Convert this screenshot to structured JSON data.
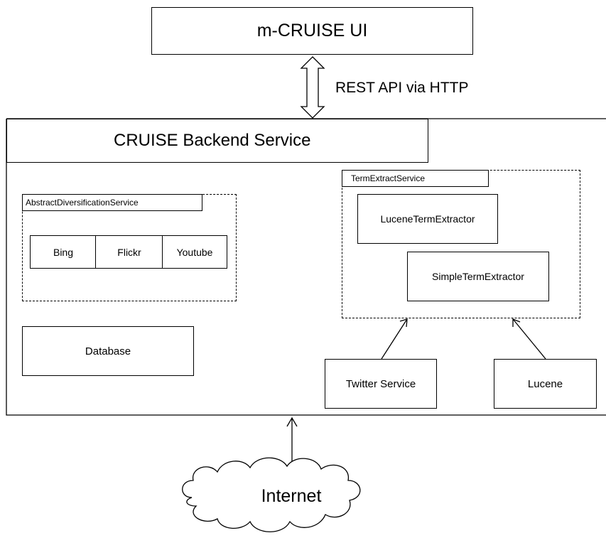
{
  "ui_box": {
    "label": "m-CRUISE UI"
  },
  "connection": {
    "label": "REST API via HTTP"
  },
  "backend": {
    "title": "CRUISE Backend Service",
    "diversification": {
      "title": "AbstractDiversificationService",
      "providers": [
        "Bing",
        "Flickr",
        "Youtube"
      ]
    },
    "database": {
      "label": "Database"
    },
    "term_extract": {
      "title": "TermExtractService",
      "lucene_extractor": "LuceneTermExtractor",
      "simple_extractor": "SimpleTermExtractor"
    },
    "twitter": {
      "label": "Twitter Service"
    },
    "lucene": {
      "label": "Lucene"
    }
  },
  "internet": {
    "label": "Internet"
  }
}
